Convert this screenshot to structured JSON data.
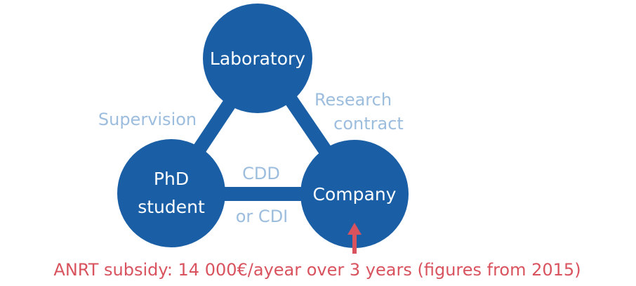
{
  "nodes": {
    "laboratory": "Laboratory",
    "phd_student_line1": "PhD",
    "phd_student_line2": "student",
    "company": "Company"
  },
  "edges": {
    "supervision": "Supervision",
    "research_contract_line1": "Research",
    "research_contract_line2": "contract",
    "cdd": "CDD",
    "or_cdi": "or CDI"
  },
  "footer": {
    "subsidy": "ANRT subsidy: 14 000€/ayear over 3 years (figures from 2015)"
  },
  "colors": {
    "node": "#1a5fa5",
    "edge_label": "#9cbddd",
    "accent": "#d9535f"
  }
}
